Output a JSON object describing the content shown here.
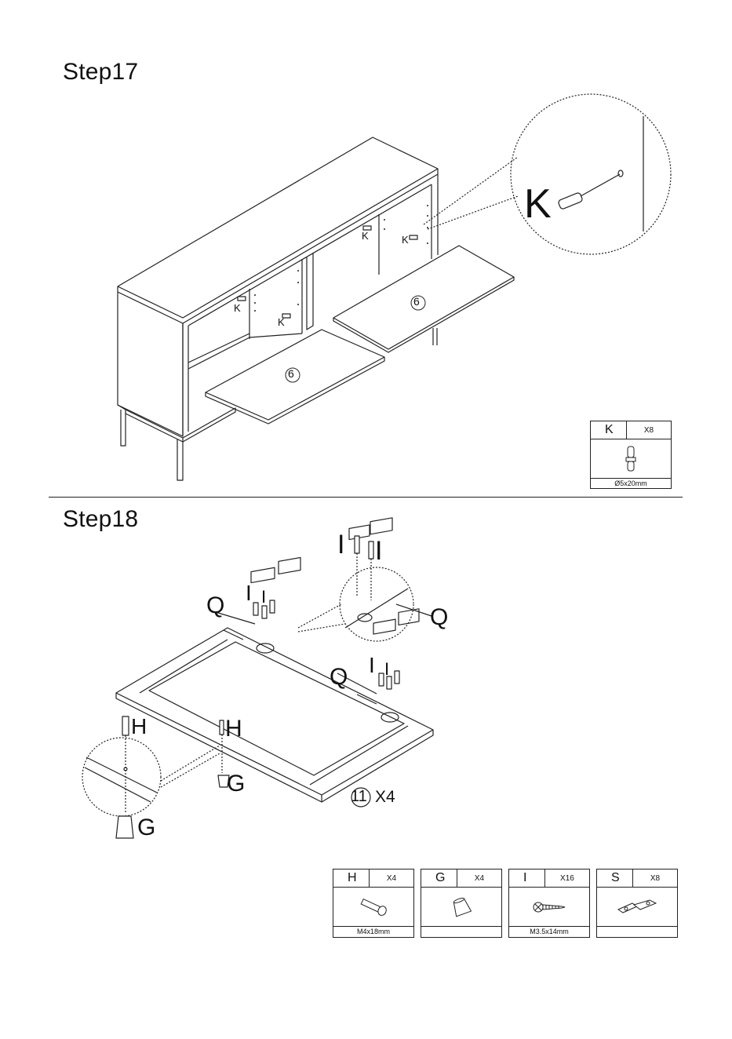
{
  "step17": {
    "title": "Step17",
    "callout_letter": "K",
    "labels": [
      "K",
      "K",
      "K",
      "K"
    ],
    "panel_number": "6",
    "part": {
      "letter": "K",
      "qty": "X8",
      "size": "Ø5x20mm"
    }
  },
  "step18": {
    "title": "Step18",
    "screw_label": "I",
    "hinge_label": "Q",
    "bolt_label": "H",
    "foot_label": "G",
    "door_number": "11",
    "door_qty": "X4",
    "parts": [
      {
        "letter": "H",
        "qty": "X4",
        "size": "M4x18mm",
        "icon": "bolt-icon"
      },
      {
        "letter": "G",
        "qty": "X4",
        "size": "",
        "icon": "foot-icon"
      },
      {
        "letter": "I",
        "qty": "X16",
        "size": "M3.5x14mm",
        "icon": "screw-icon"
      },
      {
        "letter": "S",
        "qty": "X8",
        "size": "",
        "icon": "hinge-icon"
      }
    ]
  }
}
